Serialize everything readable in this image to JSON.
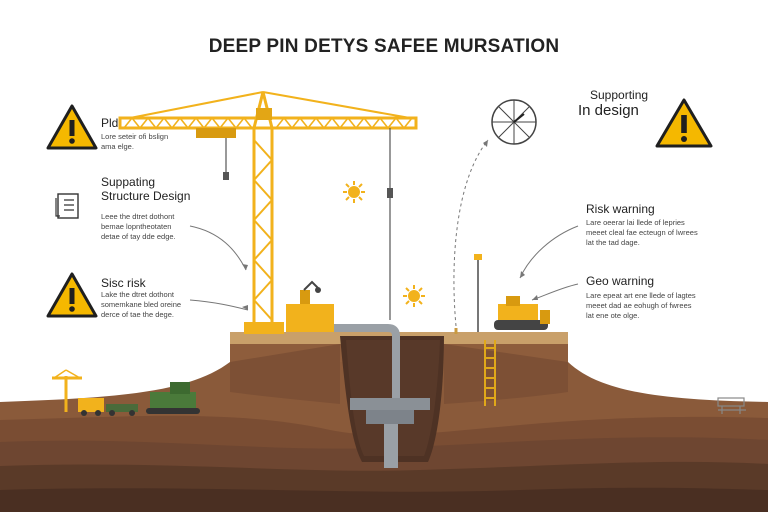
{
  "title": "DEEP PIN DETYS SAFEE MURSATION",
  "left_callouts": [
    {
      "heading": "Pld",
      "body": "Lore seteir ofi bslign\nama elge.",
      "icon": "warning-triangle-icon"
    },
    {
      "heading": "Suppating\nStructure Design",
      "body": "Leee the dtret dothont\nbemae lopntheotaten\ndetae of tay dde edge.",
      "icon": "document-icon"
    },
    {
      "heading": "Sisc risk",
      "body": "Lake the dtret dothont\nsomemkane bled oreine\nderce of tae the dege.",
      "icon": "warning-triangle-icon"
    }
  ],
  "right_callouts": [
    {
      "heading": "Supporting",
      "heading2": "In design",
      "icon": "warning-triangle-icon"
    },
    {
      "heading": "Risk warning",
      "body": "Lare oeerar lai llede of lepries\nmeeet cleal fae ecteugn of lwrees\nlat the tad dage."
    },
    {
      "heading": "Geo warning",
      "body": "Lare epeat art ene llede of lagtes\nmeeet dad ae eohugh of fwrees\nlat ene ote olge."
    }
  ],
  "colors": {
    "crane": "#f2b21c",
    "crane_dark": "#d89a10",
    "soil_top": "#8a5a3a",
    "soil_mid": "#6e4631",
    "soil_dark": "#4a2f22",
    "warning_fill": "#f5b800",
    "pipe": "#9aa0a6"
  }
}
